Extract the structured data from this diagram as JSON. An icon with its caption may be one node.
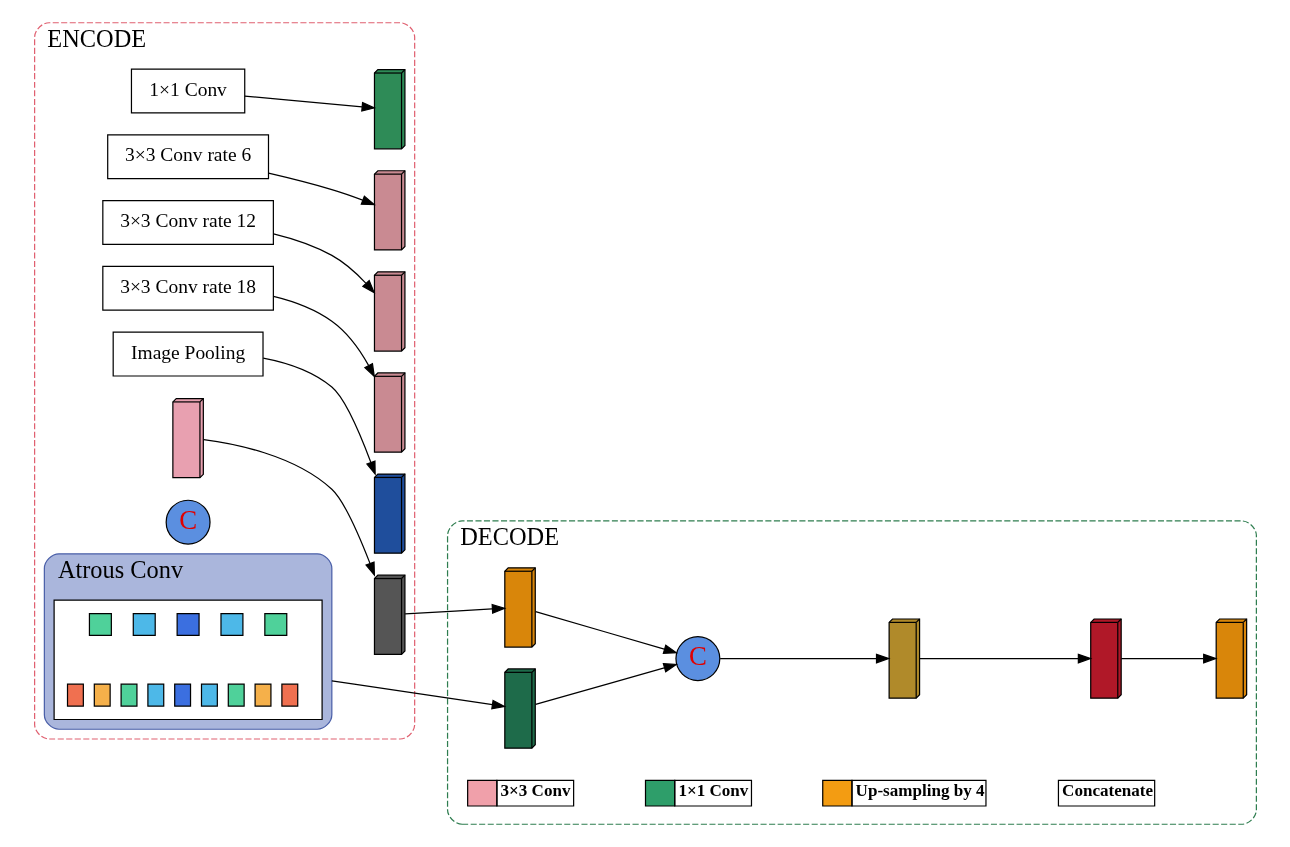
{
  "diagram": {
    "nodes": [
      {
        "text": [
          "ENCODE"
        ]
      },
      {
        "text": [
          "Atrous Conv"
        ],
        "in": 0
      },
      {
        "text": [],
        "shape": "picture",
        "in": 1
      },
      {
        "text": [
          "1×1 Conv"
        ],
        "in": 0
      },
      {
        "text": [
          "3×3 Conv rate 6"
        ],
        "in": 0
      },
      {
        "text": [
          "3×3 Conv rate 12"
        ],
        "in": 0
      },
      {
        "text": [
          "3×3 Conv rate 18"
        ],
        "in": 0
      },
      {
        "text": [
          "Image Pooling"
        ],
        "in": 0
      },
      {
        "text": [],
        "shape": "box",
        "in": 0
      },
      {
        "text": [],
        "shape": "box",
        "in": 0
      },
      {
        "text": [],
        "shape": "box",
        "in": 0
      },
      {
        "text": [],
        "shape": "box",
        "in": 0
      },
      {
        "text": [],
        "shape": "box",
        "in": 0
      },
      {
        "text": [
          "C"
        ],
        "in": 0
      },
      {
        "text": [],
        "shape": "box",
        "in": 0
      },
      {
        "text": [],
        "shape": "box",
        "in": 0
      },
      {
        "text": [
          "DECODE"
        ]
      },
      {
        "text": [],
        "shape": "box",
        "in": 16
      },
      {
        "text": [],
        "shape": "box",
        "in": 16
      },
      {
        "text": [
          "C"
        ],
        "in": 16
      },
      {
        "text": [],
        "shape": "box",
        "in": 16
      },
      {
        "text": [],
        "shape": "box",
        "in": 16
      },
      {
        "text": [],
        "shape": "box",
        "in": 16
      }
    ],
    "edges": [
      {
        "from": 3,
        "to": 8,
        "arrow": "to"
      },
      {
        "from": 4,
        "to": 9,
        "arrow": "to"
      },
      {
        "from": 5,
        "to": 10,
        "arrow": "to"
      },
      {
        "from": 6,
        "to": 11,
        "arrow": "to"
      },
      {
        "from": 7,
        "to": 12,
        "arrow": "to"
      },
      {
        "from": 14,
        "to": 15,
        "arrow": "to"
      },
      {
        "from": 15,
        "to": 17,
        "arrow": "to"
      },
      {
        "from": 1,
        "to": 18,
        "arrow": "to"
      },
      {
        "from": 17,
        "to": 19,
        "arrow": "to"
      },
      {
        "from": 18,
        "to": 19,
        "arrow": "to"
      },
      {
        "from": 19,
        "to": 20,
        "arrow": "to"
      },
      {
        "from": 20,
        "to": 21,
        "arrow": "to"
      },
      {
        "from": 21,
        "to": 22,
        "arrow": "to"
      }
    ],
    "legend": [
      {
        "text": "3×3 Conv",
        "color": "#f0a0aa"
      },
      {
        "text": "1×1 Conv",
        "color": "#2e9e6a"
      },
      {
        "text": "Up-sampling by 4",
        "color": "#f39c12"
      },
      {
        "text": "Concatenate"
      }
    ]
  }
}
